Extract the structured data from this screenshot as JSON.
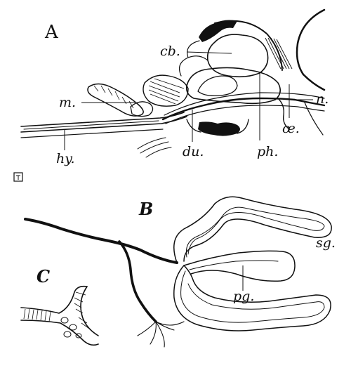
{
  "figure": {
    "panels": {
      "a": "A",
      "b": "B",
      "c": "C"
    },
    "labels": {
      "cb": "cb.",
      "m": "m.",
      "n": "n.",
      "oe": "œ.",
      "hy": "hy.",
      "du": "du.",
      "ph": "ph.",
      "sg": "sg.",
      "pg": "pg."
    },
    "ink_color": "#111111",
    "background": "#ffffff"
  }
}
